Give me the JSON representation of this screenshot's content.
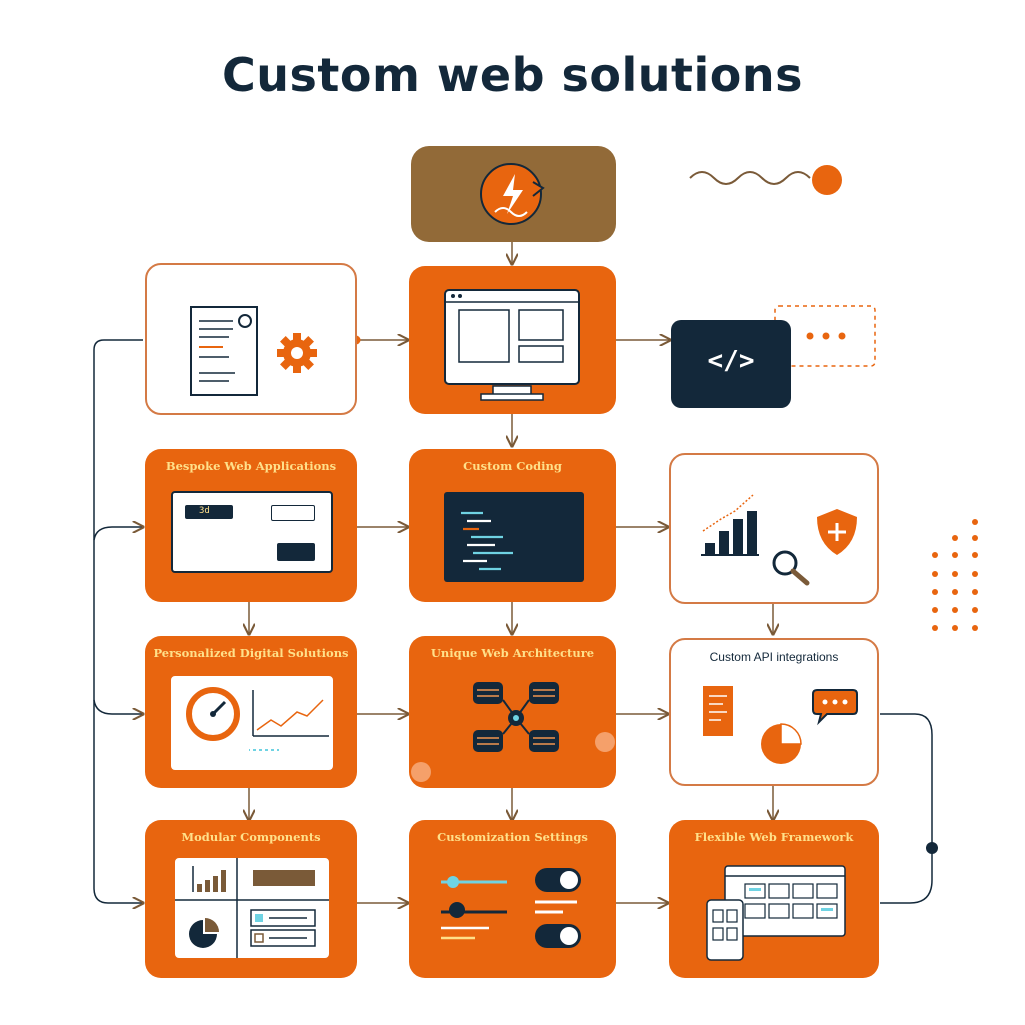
{
  "title": "Custom web solutions",
  "nodes": {
    "bespoke": "Bespoke Web Applications",
    "custom_coding": "Custom Coding",
    "personalized": "Personalized Digital Solutions",
    "architecture": "Unique Web Architecture",
    "api": "Custom API integrations",
    "modular": "Modular Components",
    "settings": "Customization Settings",
    "framework": "Flexible Web Framework"
  },
  "code_tag": "</>",
  "mini_badge": "3d",
  "icons": [
    "lightning-icon",
    "document-icon",
    "gear-icon",
    "monitor-icon",
    "code-icon",
    "bar-chart-icon",
    "magnifier-icon",
    "shield-plus-icon",
    "gauge-icon",
    "line-chart-icon",
    "network-icon",
    "chat-bubble-icon",
    "pie-chart-icon",
    "toggle-icon",
    "slider-icon"
  ],
  "colors": {
    "orange": "#e8650f",
    "navy": "#13283a",
    "brown": "#926a38",
    "label": "#ffe08a"
  }
}
